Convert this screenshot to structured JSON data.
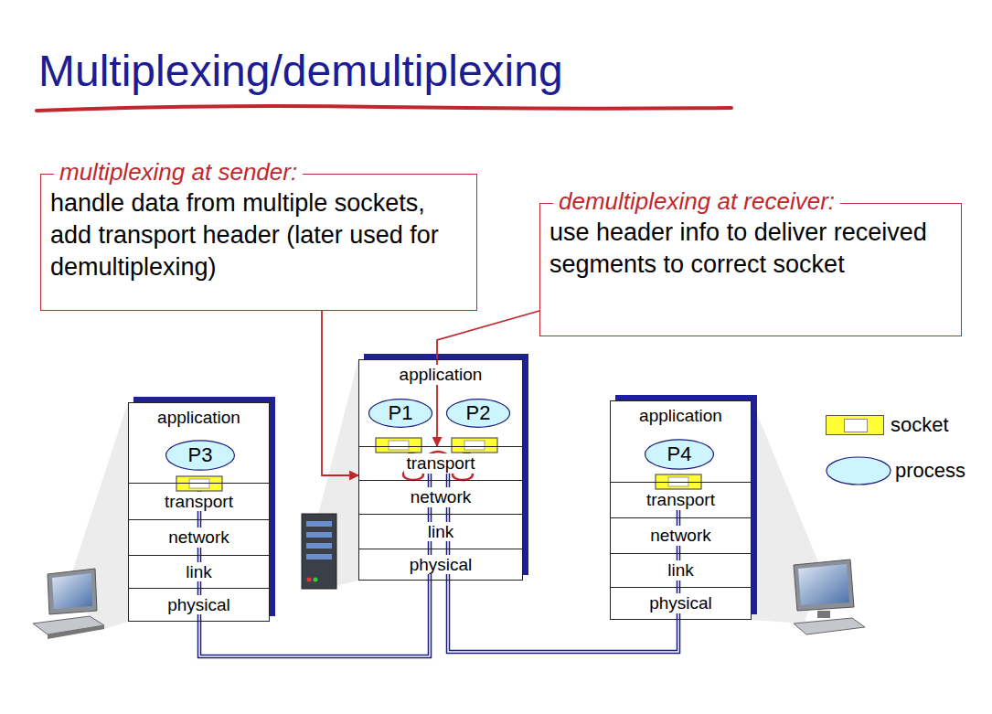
{
  "diagram": {
    "title": "Multiplexing/demultiplexing",
    "nodes": [
      {
        "text": [
          "multiplexing at sender:",
          "handle data from multiple sockets, add transport header (later used for demultiplexing)"
        ]
      },
      {
        "text": [
          "demultiplexing at receiver:",
          "use header info to deliver received segments to correct socket"
        ]
      },
      {
        "text": [
          "application"
        ]
      },
      {
        "text": [
          "P3"
        ],
        "in": 2
      },
      {
        "text": [
          "transport"
        ]
      },
      {
        "text": [
          "network"
        ]
      },
      {
        "text": [
          "link"
        ]
      },
      {
        "text": [
          "physical"
        ]
      },
      {
        "text": [
          "application"
        ]
      },
      {
        "text": [
          "P1"
        ],
        "in": 8
      },
      {
        "text": [
          "P2"
        ],
        "in": 8
      },
      {
        "text": [
          "transport"
        ]
      },
      {
        "text": [
          "network"
        ]
      },
      {
        "text": [
          "link"
        ]
      },
      {
        "text": [
          "physical"
        ]
      },
      {
        "text": [
          "application"
        ]
      },
      {
        "text": [
          "P4"
        ],
        "in": 15
      },
      {
        "text": [
          "transport"
        ]
      },
      {
        "text": [
          "network"
        ]
      },
      {
        "text": [
          "link"
        ]
      },
      {
        "text": [
          "physical"
        ]
      }
    ],
    "edges": [
      {
        "from": 7,
        "to": 14,
        "arrow": "none"
      },
      {
        "from": 14,
        "to": 20,
        "arrow": "none"
      },
      {
        "from": 0,
        "to": 11,
        "arrow": "to"
      },
      {
        "from": 1,
        "to": 11,
        "arrow": "to"
      }
    ],
    "legend": [
      {
        "text": "socket",
        "color": "#ffff33"
      },
      {
        "text": "process"
      }
    ]
  }
}
